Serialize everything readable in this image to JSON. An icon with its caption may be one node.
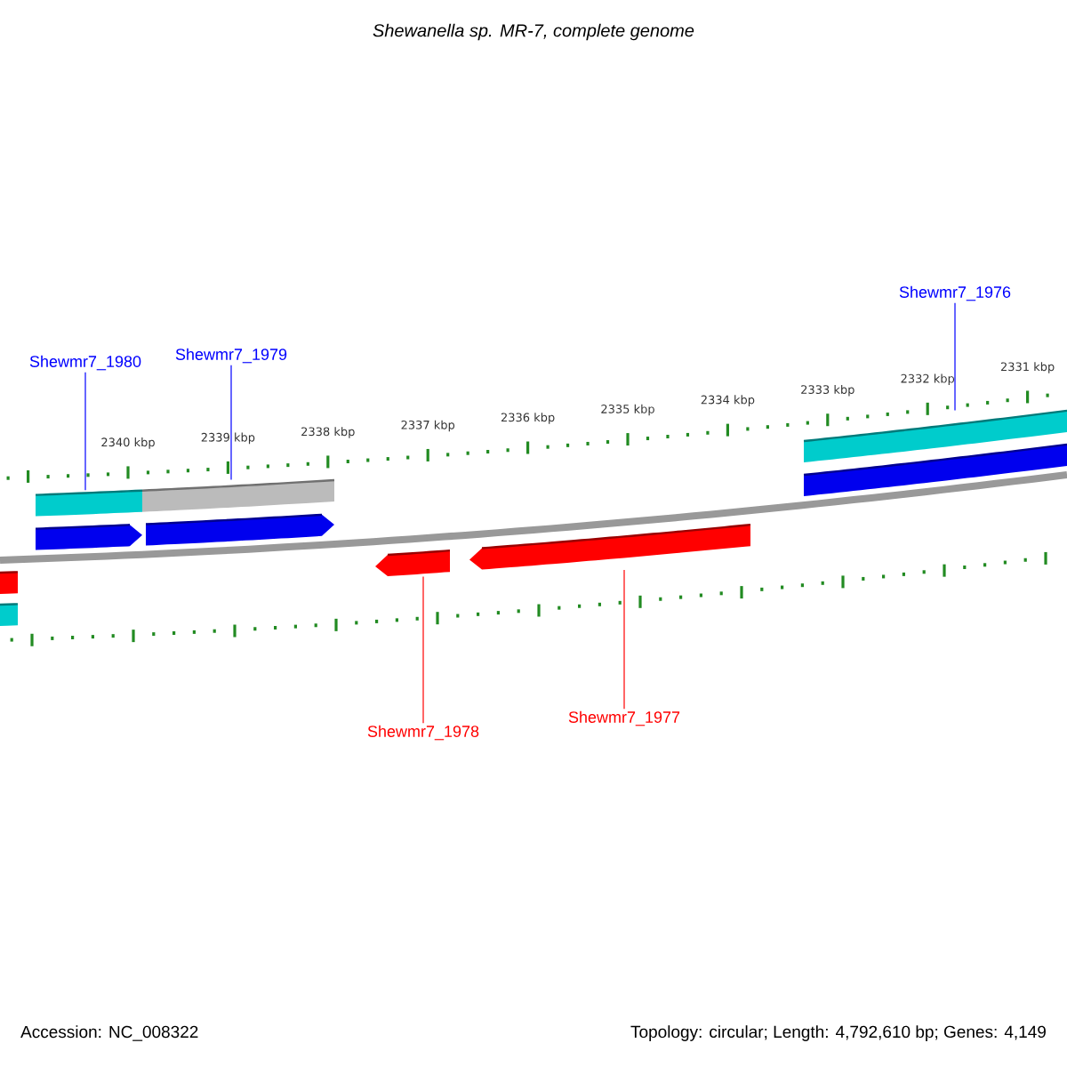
{
  "diagram": {
    "title": "Shewanella sp. MR-7, complete genome",
    "nodes": [
      {
        "text": [
          "Shewmr7_1980"
        ]
      },
      {
        "text": [
          "Shewmr7_1979"
        ]
      },
      {
        "text": [
          "Shewmr7_1976"
        ]
      },
      {
        "text": [],
        "shape": "bar"
      },
      {
        "text": [],
        "shape": "bar"
      },
      {
        "text": [],
        "shape": "bar"
      },
      {
        "text": [],
        "shape": "arrow"
      },
      {
        "text": [],
        "shape": "arrow"
      },
      {
        "text": [],
        "shape": "arrow"
      },
      {
        "text": [],
        "shape": "bar"
      },
      {
        "text": [],
        "shape": "arrow"
      },
      {
        "text": [],
        "shape": "arrow"
      },
      {
        "text": [],
        "shape": "bar"
      },
      {
        "text": [
          "Shewmr7_1978"
        ]
      },
      {
        "text": [
          "Shewmr7_1977"
        ]
      }
    ],
    "edges": [
      {
        "from": 0,
        "to": 3,
        "arrow": "none"
      },
      {
        "from": 1,
        "to": 4,
        "arrow": "none"
      },
      {
        "from": 2,
        "to": 5,
        "arrow": "none"
      },
      {
        "from": 13,
        "to": 10,
        "arrow": "none",
        "color": "#ff0000"
      },
      {
        "from": 14,
        "to": 11,
        "arrow": "none",
        "color": "#ff0000"
      }
    ],
    "labels": [
      "2340 kbp",
      "2339 kbp",
      "2338 kbp",
      "2337 kbp",
      "2336 kbp",
      "2335 kbp",
      "2334 kbp",
      "2333 kbp",
      "2332 kbp",
      "2331 kbp",
      "Accession: NC_008322",
      "Topology: circular; Length: 4,792,610 bp; Genes: 4,149"
    ]
  }
}
